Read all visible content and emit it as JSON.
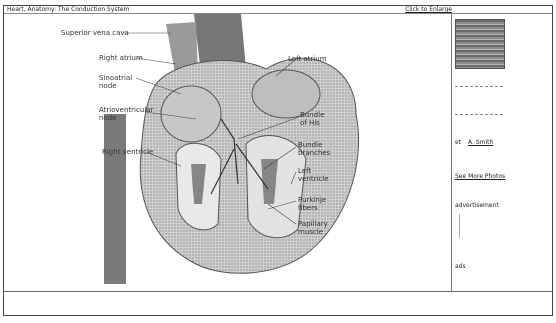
{
  "window": {
    "topbar_left": "Heart, Anatomy: The Conduction System",
    "topbar_right": "Click to Enlarge"
  },
  "figure": {
    "labels": {
      "superior_vena_cava": "Superior vena cava",
      "right_atrium": "Right atrium",
      "sinoatrial_node": "Sinoatrial node",
      "atrioventricular_node": "Atrioventricular node",
      "right_ventricle": "Right ventricle",
      "left_atrium": "Left atrium",
      "bundle_of_his": "Bundle of His",
      "bundle_branches": "Bundle branches",
      "left_ventricle": "Left ventricle",
      "purkinje_fibers": "Purkinje fibers",
      "papillary_muscle": "Papillary muscle"
    }
  },
  "sidebar": {
    "link_a": "A. Smith",
    "link_a_prefix": "et",
    "link_b": "See More Photos",
    "text_c": "advertisement",
    "text_d": "ads"
  }
}
